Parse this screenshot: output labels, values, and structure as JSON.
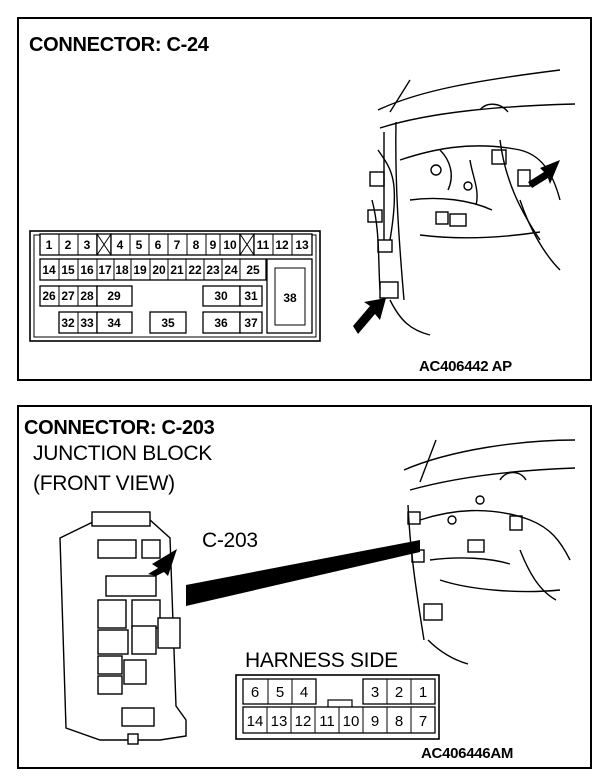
{
  "panel_top": {
    "title": "CONNECTOR: C-24",
    "code": "AC406442 AP",
    "pins": {
      "row1": [
        "1",
        "2",
        "3",
        "4",
        "5",
        "6",
        "7",
        "8",
        "9",
        "10",
        "11",
        "12",
        "13"
      ],
      "row2": [
        "14",
        "15",
        "16",
        "17",
        "18",
        "19",
        "20",
        "21",
        "22",
        "23",
        "24",
        "25"
      ],
      "row3": [
        "26",
        "27",
        "28",
        "29",
        "30",
        "31"
      ],
      "row4": [
        "32",
        "33",
        "34",
        "35",
        "36",
        "37"
      ],
      "big": "38"
    }
  },
  "panel_bottom": {
    "title": "CONNECTOR: C-203",
    "subtitle_1": "JUNCTION BLOCK",
    "subtitle_2": "(FRONT VIEW)",
    "callout": "C-203",
    "harness_label": "HARNESS SIDE",
    "code": "AC406446AM",
    "pins": {
      "top": [
        "6",
        "5",
        "4",
        "3",
        "2",
        "1"
      ],
      "bottom": [
        "14",
        "13",
        "12",
        "11",
        "10",
        "9",
        "8",
        "7"
      ]
    }
  }
}
